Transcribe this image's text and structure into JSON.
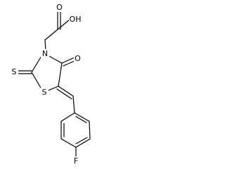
{
  "molecule": {
    "atoms": {
      "oh": "OH",
      "o_acid": "O",
      "n": "N",
      "o_ketone": "O",
      "s_thione": "S",
      "s_ring": "S",
      "f": "F"
    }
  }
}
